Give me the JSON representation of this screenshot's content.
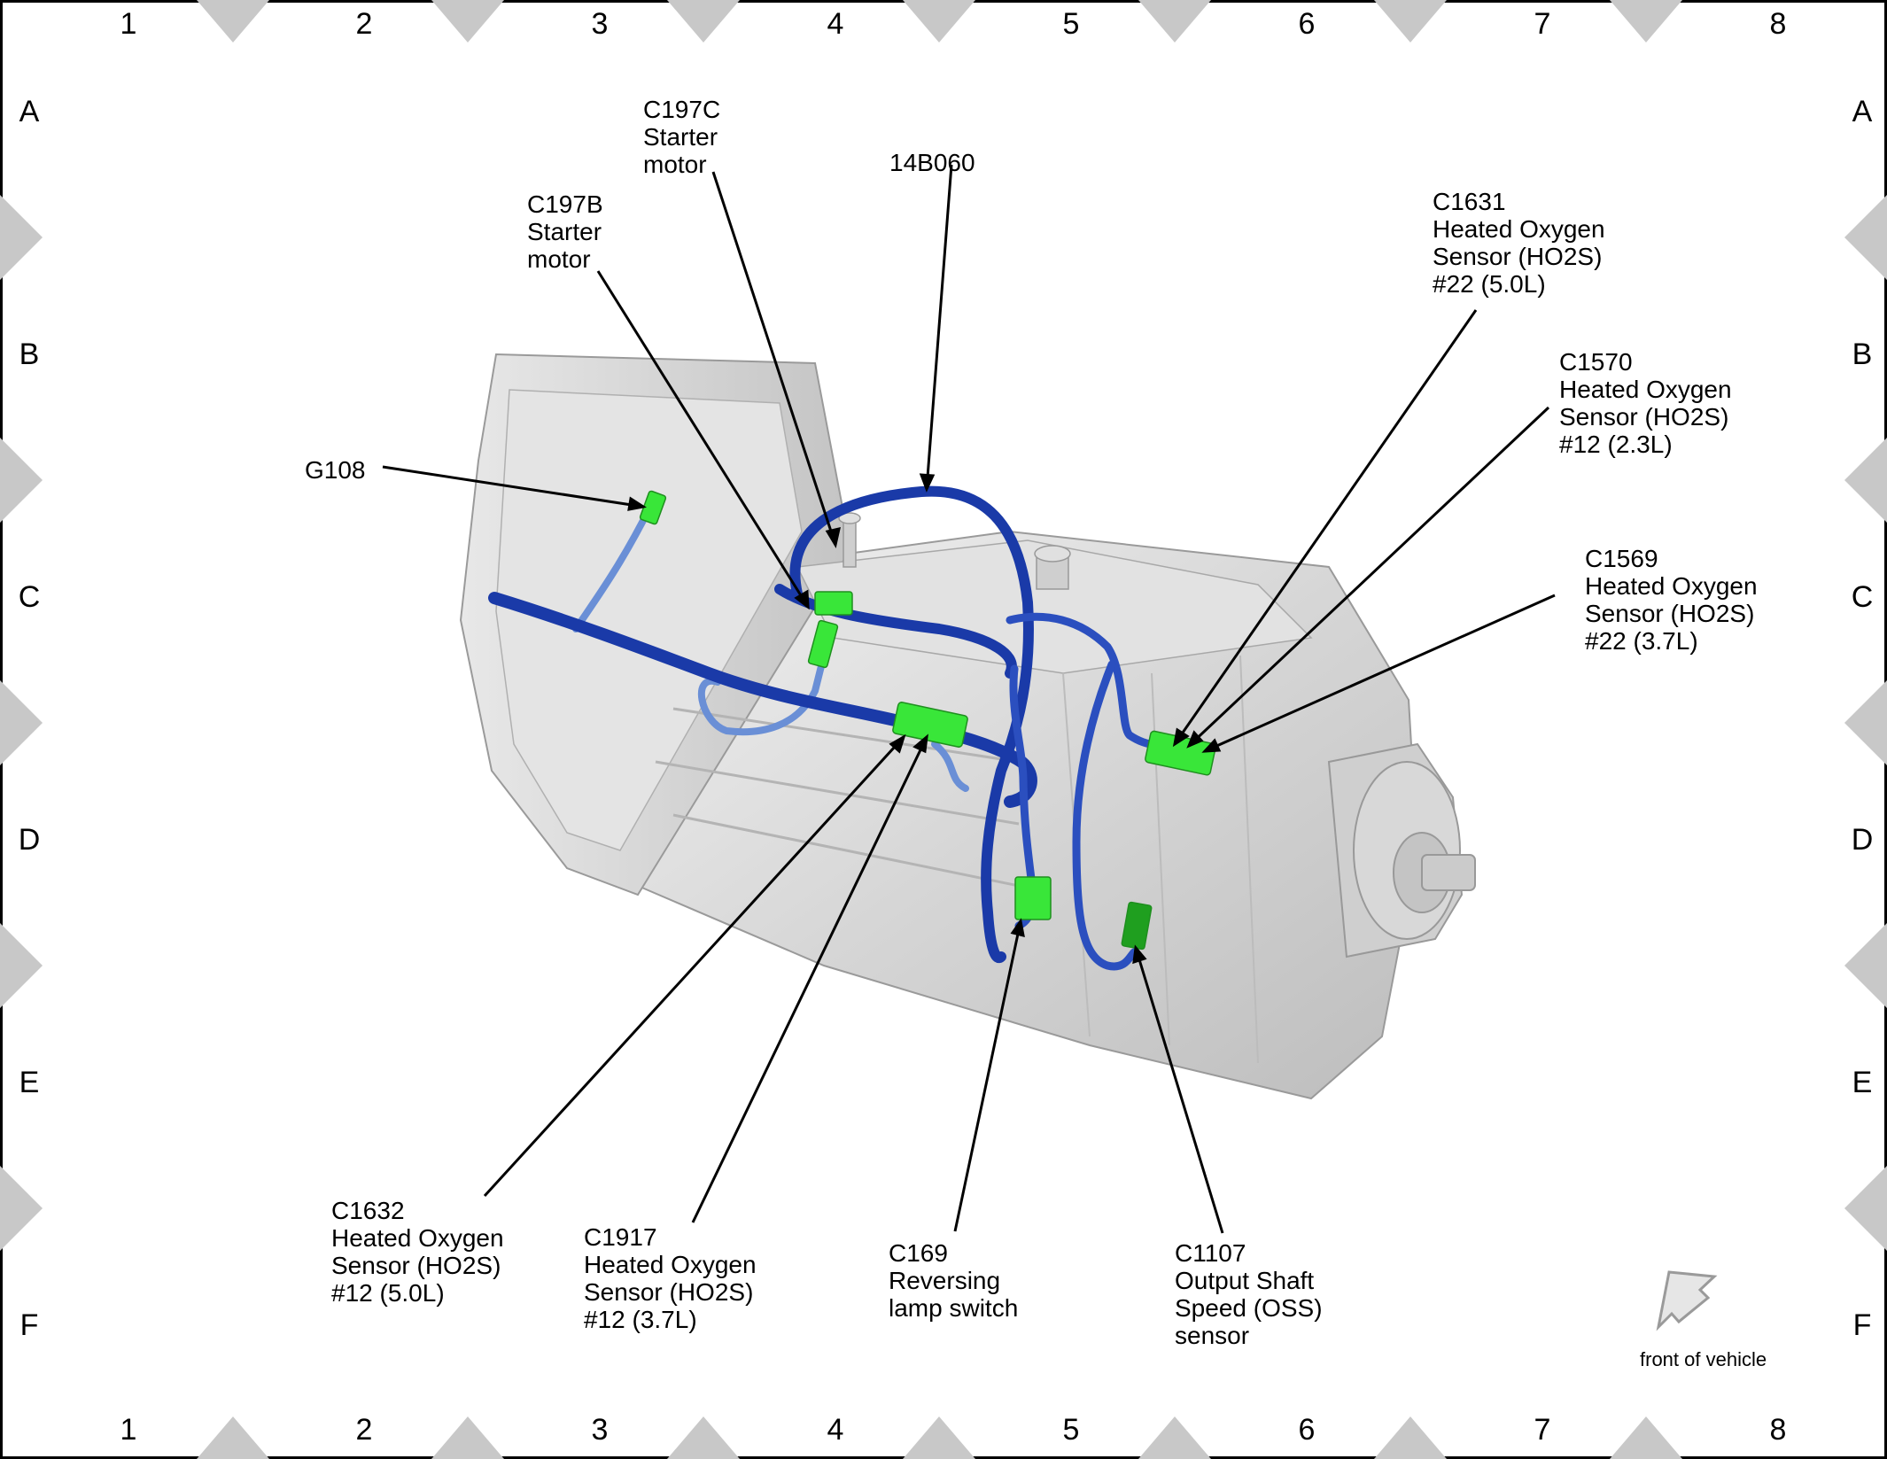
{
  "grid": {
    "columns": [
      "1",
      "2",
      "3",
      "4",
      "5",
      "6",
      "7",
      "8"
    ],
    "rows": [
      "A",
      "B",
      "C",
      "D",
      "E",
      "F"
    ]
  },
  "callouts": {
    "c197c": "C197C\nStarter\nmotor",
    "b14b060": "14B060",
    "c197b": "C197B\nStarter\nmotor",
    "c1631": "C1631\nHeated Oxygen\nSensor (HO2S)\n#22 (5.0L)",
    "c1570": "C1570\nHeated Oxygen\nSensor (HO2S)\n#12 (2.3L)",
    "g108": "G108",
    "c1569": "C1569\nHeated Oxygen\nSensor (HO2S)\n#22 (3.7L)",
    "c1632": "C1632\nHeated Oxygen\nSensor (HO2S)\n#12 (5.0L)",
    "c1917": "C1917\nHeated Oxygen\nSensor (HO2S)\n#12 (3.7L)",
    "c169": "C169\nReversing\nlamp switch",
    "c1107": "C1107\nOutput Shaft\nSpeed (OSS)\nsensor"
  },
  "orientation": {
    "label": "front of vehicle"
  },
  "colors": {
    "harness": "#1a3aa8",
    "harness_light": "#6a8fd6",
    "connector": "#39e639",
    "housing": "#d9d9d9",
    "grid_marker": "#c8c8c8"
  }
}
